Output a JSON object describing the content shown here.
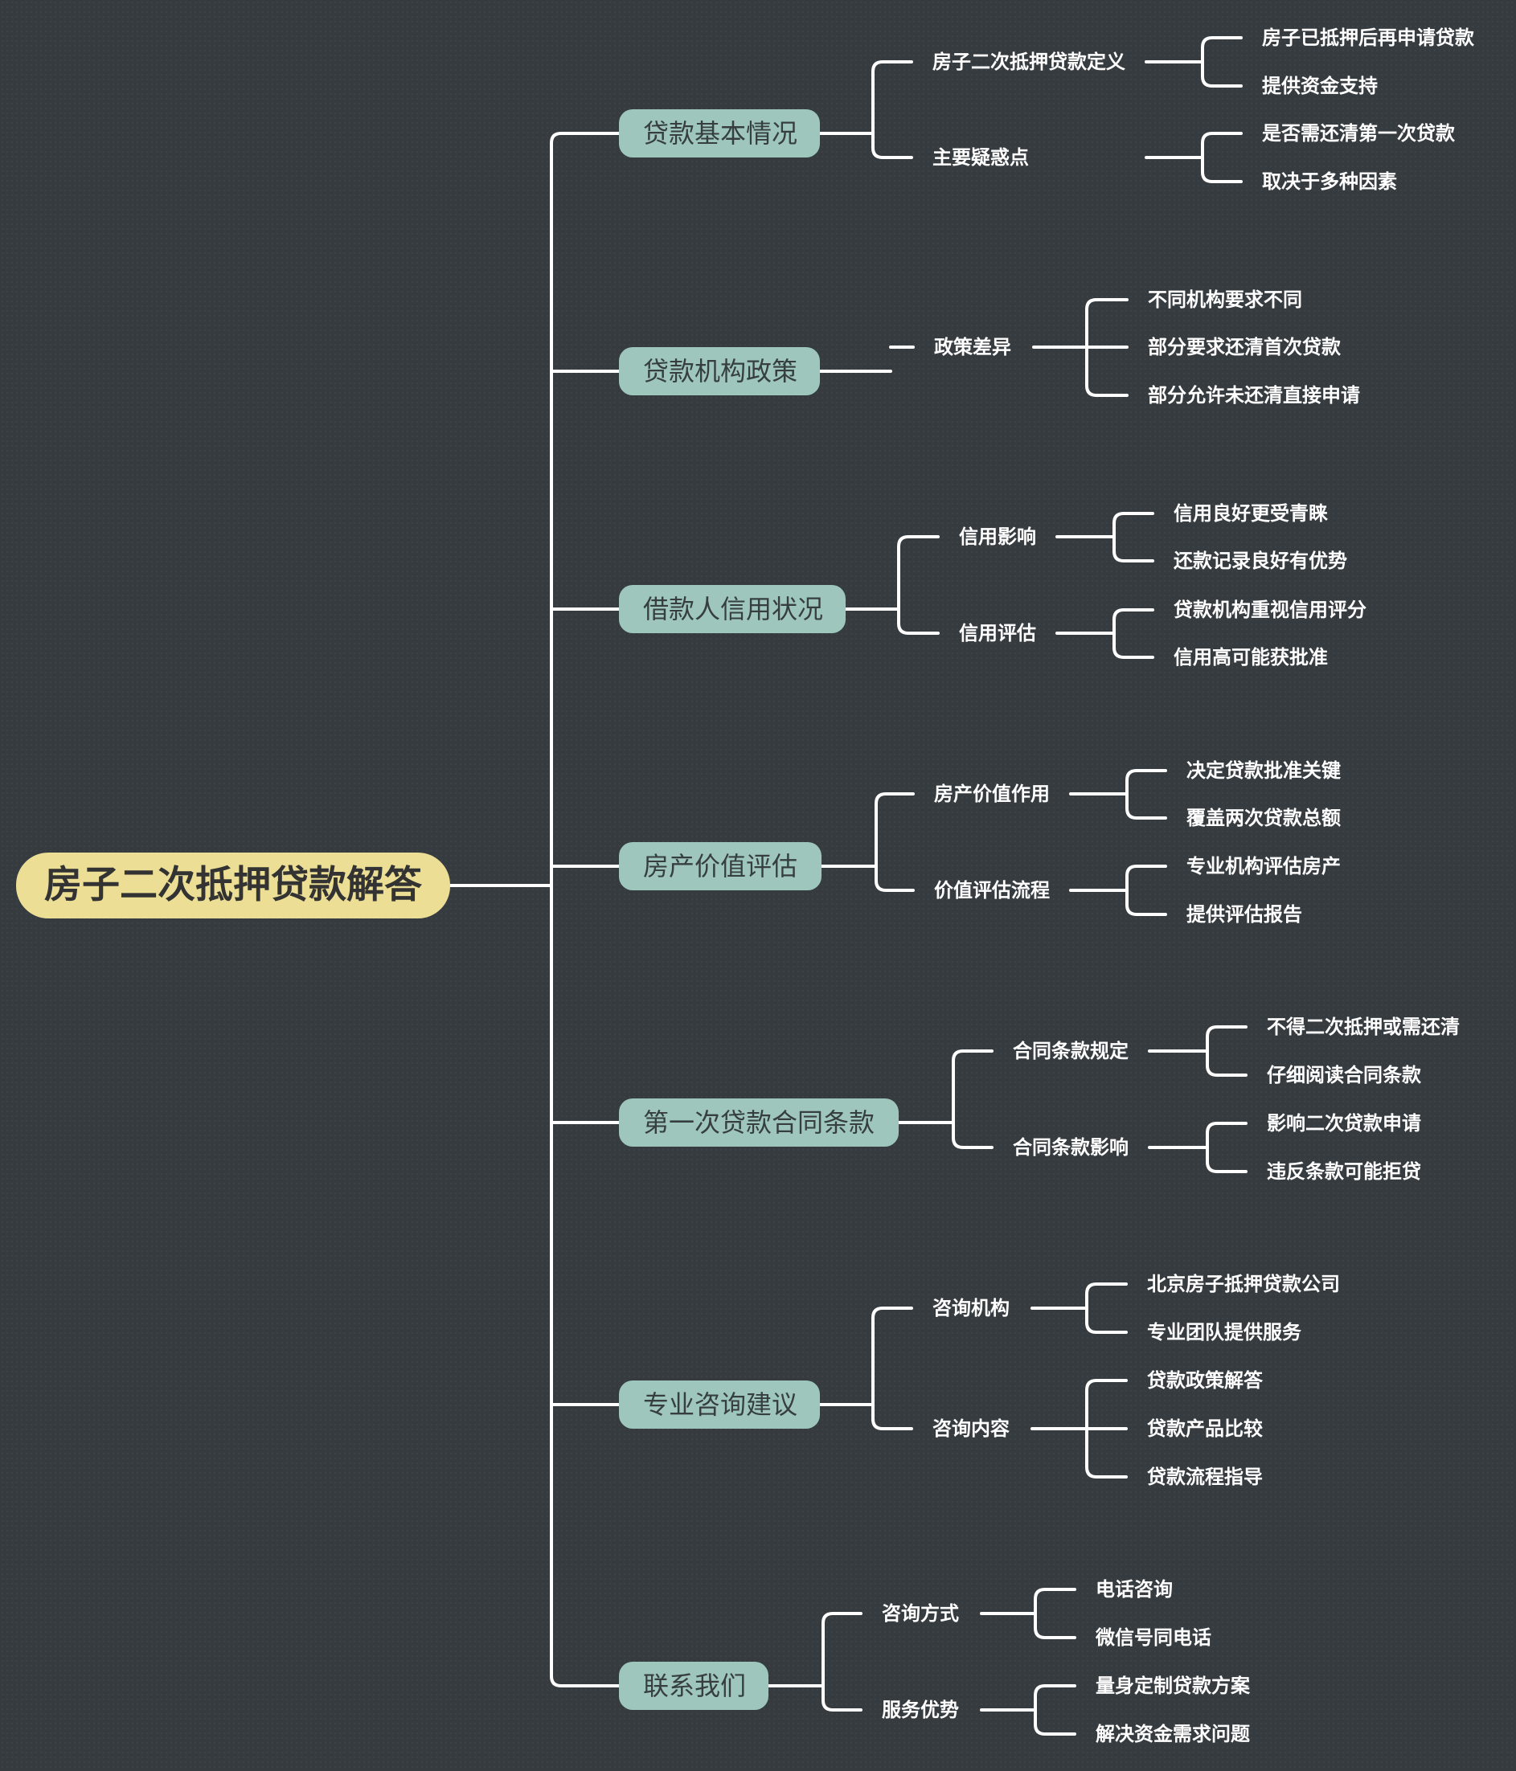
{
  "root": "房子二次抵押贷款解答",
  "branches": [
    {
      "label": "贷款基本情况",
      "children": [
        {
          "label": "房子二次抵押贷款定义",
          "leaves": [
            "房子已抵押后再申请贷款",
            "提供资金支持"
          ]
        },
        {
          "label": "主要疑惑点",
          "leaves": [
            "是否需还清第一次贷款",
            "取决于多种因素"
          ]
        }
      ]
    },
    {
      "label": "贷款机构政策",
      "children": [
        {
          "label": "政策差异",
          "leaves": [
            "不同机构要求不同",
            "部分要求还清首次贷款",
            "部分允许未还清直接申请"
          ]
        }
      ]
    },
    {
      "label": "借款人信用状况",
      "children": [
        {
          "label": "信用影响",
          "leaves": [
            "信用良好更受青睐",
            "还款记录良好有优势"
          ]
        },
        {
          "label": "信用评估",
          "leaves": [
            "贷款机构重视信用评分",
            "信用高可能获批准"
          ]
        }
      ]
    },
    {
      "label": "房产价值评估",
      "children": [
        {
          "label": "房产价值作用",
          "leaves": [
            "决定贷款批准关键",
            "覆盖两次贷款总额"
          ]
        },
        {
          "label": "价值评估流程",
          "leaves": [
            "专业机构评估房产",
            "提供评估报告"
          ]
        }
      ]
    },
    {
      "label": "第一次贷款合同条款",
      "children": [
        {
          "label": "合同条款规定",
          "leaves": [
            "不得二次抵押或需还清",
            "仔细阅读合同条款"
          ]
        },
        {
          "label": "合同条款影响",
          "leaves": [
            "影响二次贷款申请",
            "违反条款可能拒贷"
          ]
        }
      ]
    },
    {
      "label": "专业咨询建议",
      "children": [
        {
          "label": "咨询机构",
          "leaves": [
            "北京房子抵押贷款公司",
            "专业团队提供服务"
          ]
        },
        {
          "label": "咨询内容",
          "leaves": [
            "贷款政策解答",
            "贷款产品比较",
            "贷款流程指导"
          ]
        }
      ]
    },
    {
      "label": "联系我们",
      "children": [
        {
          "label": "咨询方式",
          "leaves": [
            "电话咨询",
            "微信号同电话"
          ]
        },
        {
          "label": "服务优势",
          "leaves": [
            "量身定制贷款方案",
            "解决资金需求问题"
          ]
        }
      ]
    }
  ]
}
